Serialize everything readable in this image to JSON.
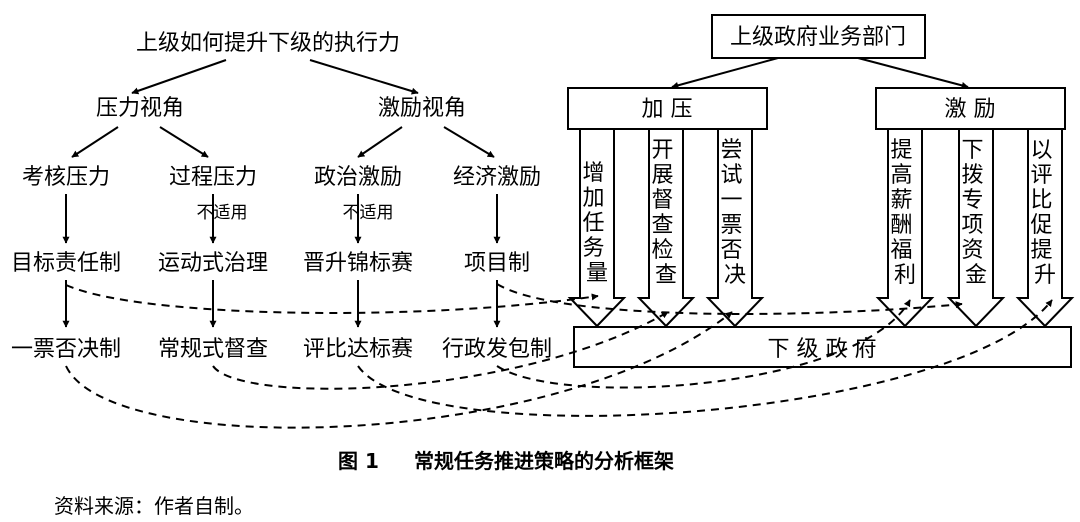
{
  "left_tree": {
    "root": "上级如何提升下级的执行力",
    "branches": [
      {
        "label": "压力视角",
        "children": [
          {
            "label": "考核压力",
            "note": "",
            "level2": "目标责任制",
            "level3": "一票否决制"
          },
          {
            "label": "过程压力",
            "note": "不适用",
            "level2": "运动式治理",
            "level3": "常规式督查"
          }
        ]
      },
      {
        "label": "激励视角",
        "children": [
          {
            "label": "政治激励",
            "note": "不适用",
            "level2": "晋升锦标赛",
            "level3": "评比达标赛"
          },
          {
            "label": "经济激励",
            "note": "",
            "level2": "项目制",
            "level3": "行政发包制"
          }
        ]
      }
    ]
  },
  "right_diagram": {
    "top": "上级政府业务部门",
    "groups": [
      {
        "label": "加 压",
        "arrows": [
          "增加任务量",
          "开展督查检查",
          "尝试一票否决"
        ]
      },
      {
        "label": "激 励",
        "arrows": [
          "提高薪酬福利",
          "下拨专项资金",
          "以评比促提升"
        ]
      }
    ],
    "bottom": "下 级 政 府"
  },
  "caption": {
    "figure_no": "图 1",
    "title": "常规任务推进策略的分析框架"
  },
  "source": "资料来源：作者自制。"
}
